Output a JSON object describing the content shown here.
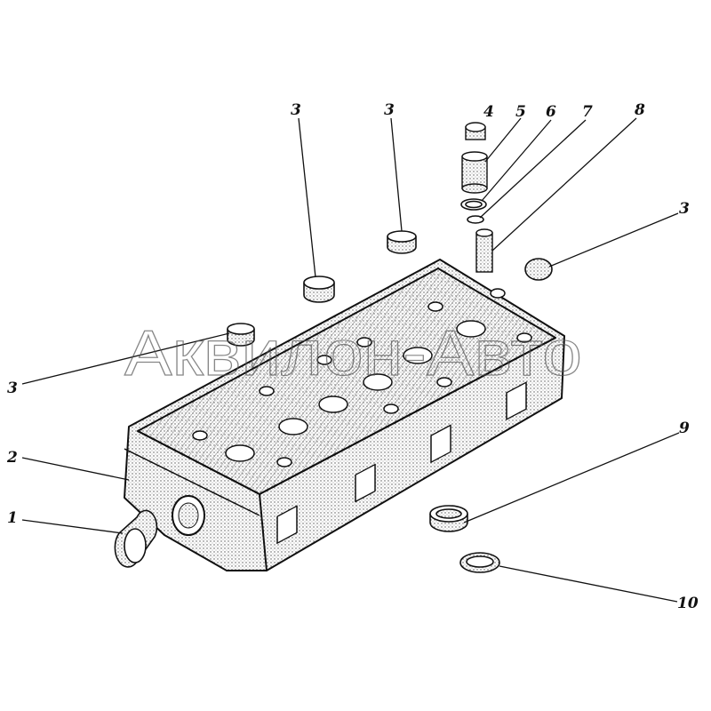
{
  "watermark": "Аквилон-Авто",
  "callouts": {
    "c1": "1",
    "c2": "2",
    "c3a": "3",
    "c3b": "3",
    "c3c": "3",
    "c3d": "3",
    "c4": "4",
    "c5": "5",
    "c6": "6",
    "c7": "7",
    "c8": "8",
    "c9": "9",
    "c10": "10"
  },
  "colors": {
    "line": "#111111",
    "fill": "#e8e8e8"
  }
}
